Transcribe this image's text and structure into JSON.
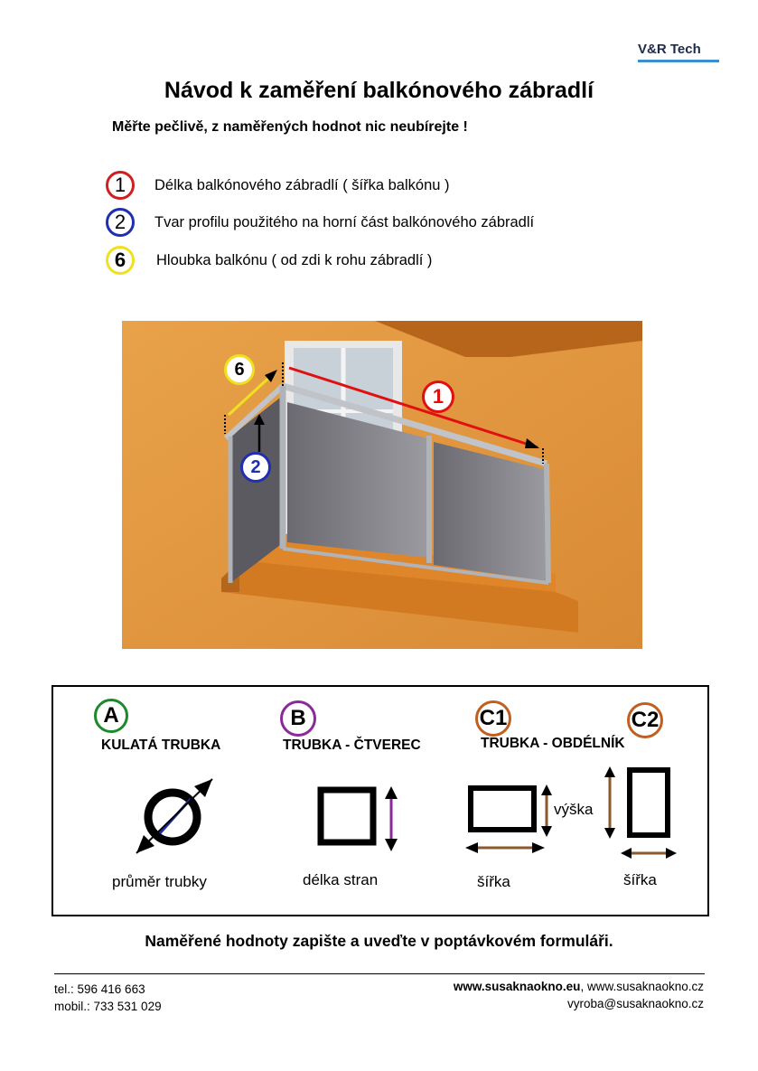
{
  "brand": {
    "logo": "V&R Tech",
    "color": "#1e2a4a",
    "accent": "#3a8fd0"
  },
  "title": "Návod k zaměření balkónového zábradlí",
  "subtitle": "Měřte pečlivě, z naměřených hodnot nic neubírejte !",
  "legend": [
    {
      "num": "1",
      "color": "#d01f1f",
      "text": "Délka balkónového zábradlí ( šířka balkónu )"
    },
    {
      "num": "2",
      "color": "#1f2fb0",
      "text": "Tvar profilu použitého na horní část balkónového zábradlí"
    },
    {
      "num": "6",
      "color": "#f0e020",
      "text": "Hloubka balkónu ( od zdi k rohu zábradlí )"
    }
  ],
  "photo": {
    "marker_1": "1",
    "marker_2": "2",
    "marker_6": "6"
  },
  "profiles": [
    {
      "code": "A",
      "color": "#1a8a2a",
      "label": "KULATÁ TRUBKA",
      "caption": "průměr trubky"
    },
    {
      "code": "B",
      "color": "#8a2a9a",
      "label": "TRUBKA - ČTVEREC",
      "caption": "délka stran"
    },
    {
      "code": "C1",
      "color": "#c06020",
      "label": "TRUBKA - OBDÉLNÍK",
      "caption": "šířka",
      "extra": "výška"
    },
    {
      "code": "C2",
      "color": "#c06020",
      "caption": "šířka"
    }
  ],
  "bottom_note": "Naměřené hodnoty zapište a uveďte v poptávkovém formuláři.",
  "footer": {
    "tel": "tel.: 596 416 663",
    "mobil": "mobil.: 733 531 029",
    "web_bold": "www.susaknaokno.eu",
    "web_rest": ", www.susaknaokno.cz",
    "email": "vyroba@susaknaokno.cz"
  }
}
